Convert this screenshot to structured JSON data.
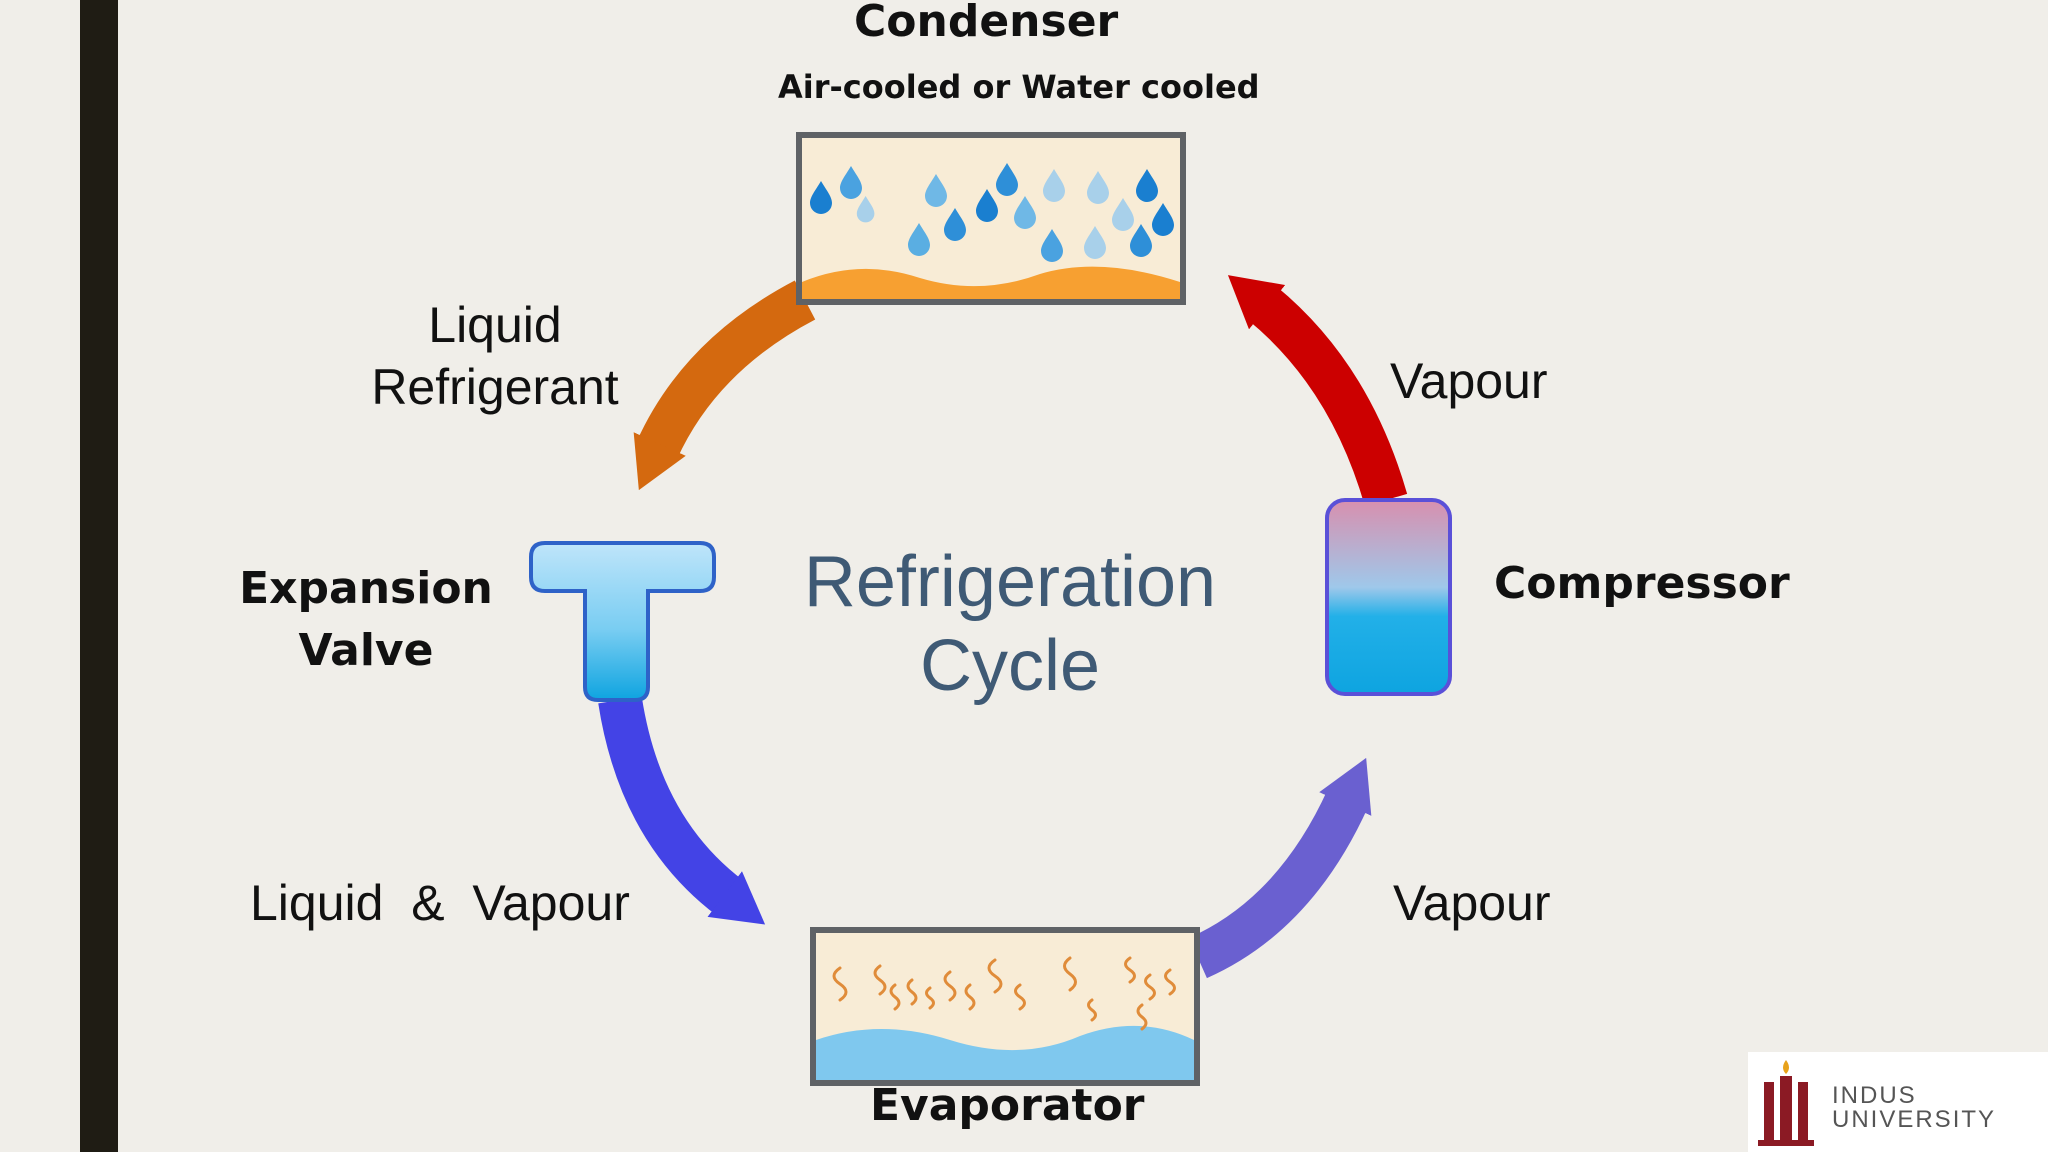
{
  "diagram": {
    "title_line1": "Refrigeration",
    "title_line2": "Cycle",
    "components": {
      "condenser": {
        "name": "Condenser",
        "subtitle": "Air-cooled or Water cooled"
      },
      "compressor": {
        "name": "Compressor"
      },
      "expansion_valve": {
        "line1": "Expansion",
        "line2": "Valve"
      },
      "evaporator": {
        "name": "Evaporator"
      }
    },
    "flows": {
      "condenser_to_valve": {
        "line1": "Liquid",
        "line2": "Refrigerant"
      },
      "compressor_to_condenser": "Vapour",
      "valve_to_evaporator": "Liquid  &  Vapour",
      "evaporator_to_compressor": "Vapour"
    }
  },
  "logo": {
    "line1": "INDUS",
    "line2": "UNIVERSITY"
  },
  "colors": {
    "hot_arrow": "#cc0000",
    "liquid_arrow": "#d4690f",
    "cold_arrow": "#4343e6",
    "vapour_arrow": "#6a60d0",
    "title": "#3f5a75",
    "left_bar": "#1f1c14"
  }
}
